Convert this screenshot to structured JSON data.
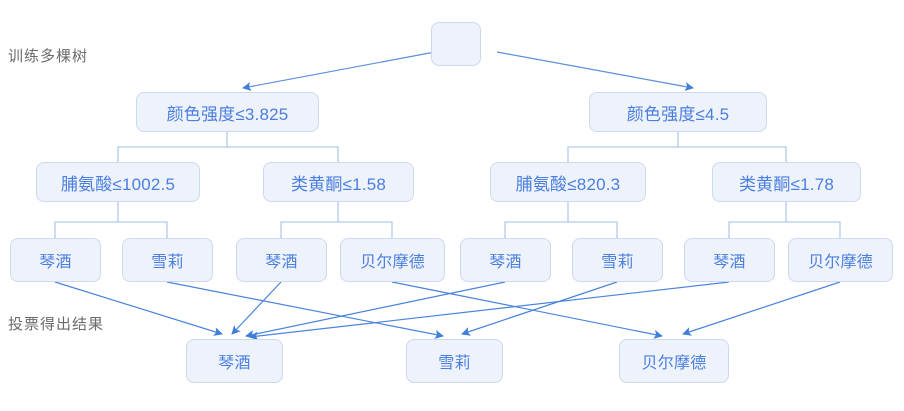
{
  "diagram": {
    "title_stage_top": "训练多棵树",
    "title_stage_bottom": "投票得出结果",
    "colors": {
      "node_fill": "#eef2fa",
      "node_border": "#ccd9f0",
      "node_text": "#4a7fe0",
      "edge_tree": "#a8c2ea",
      "edge_vote": "#3f7fdb",
      "label_text": "#6b6b6b",
      "background": "#ffffff"
    },
    "root": {
      "label": ""
    },
    "trees": [
      {
        "root": {
          "label": "颜色强度≤3.825"
        },
        "internal": [
          {
            "label": "脯氨酸≤1002.5"
          },
          {
            "label": "类黄酮≤1.58"
          }
        ],
        "leaves": [
          {
            "label": "琴酒"
          },
          {
            "label": "雪莉"
          },
          {
            "label": "琴酒"
          },
          {
            "label": "贝尔摩德"
          }
        ]
      },
      {
        "root": {
          "label": "颜色强度≤4.5"
        },
        "internal": [
          {
            "label": "脯氨酸≤820.3"
          },
          {
            "label": "类黄酮≤1.78"
          }
        ],
        "leaves": [
          {
            "label": "琴酒"
          },
          {
            "label": "雪莉"
          },
          {
            "label": "琴酒"
          },
          {
            "label": "贝尔摩德"
          }
        ]
      }
    ],
    "results": [
      {
        "label": "琴酒"
      },
      {
        "label": "雪莉"
      },
      {
        "label": "贝尔摩德"
      }
    ]
  }
}
